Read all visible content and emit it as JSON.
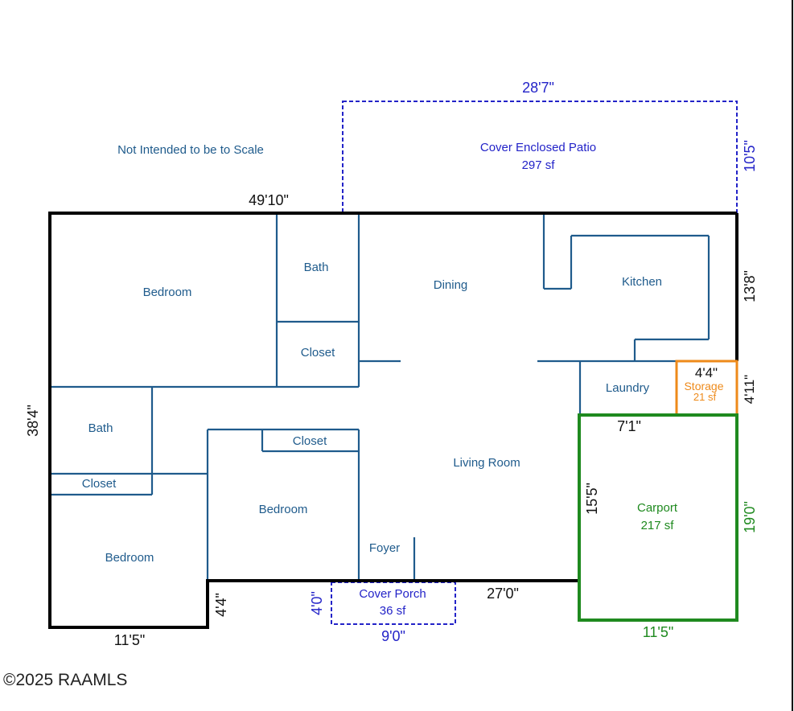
{
  "note": "Not Intended to be to Scale",
  "copyright": "©2025 RAAMLS",
  "rooms": {
    "bedroom_top_left": "Bedroom",
    "bath_top": "Bath",
    "closet_top": "Closet",
    "dining": "Dining",
    "kitchen": "Kitchen",
    "laundry": "Laundry",
    "bath_left": "Bath",
    "closet_left": "Closet",
    "closet_mid": "Closet",
    "bedroom_mid": "Bedroom",
    "bedroom_bottom_left": "Bedroom",
    "living_room": "Living Room",
    "foyer": "Foyer"
  },
  "areas": {
    "patio": {
      "name": "Cover Enclosed Patio",
      "size": "297 sf",
      "width": "28'7\"",
      "depth": "10'5\""
    },
    "storage": {
      "name": "Storage",
      "size": "21 sf",
      "width": "4'4\"",
      "depth": "4'11\""
    },
    "carport": {
      "name": "Carport",
      "size": "217 sf",
      "width": "11'5\"",
      "depth": "19'0\"",
      "inner_width": "7'1\"",
      "inner_depth": "15'5\""
    },
    "porch": {
      "name": "Cover Porch",
      "size": "36 sf",
      "width": "9'0\"",
      "depth": "4'0\""
    }
  },
  "dimensions": {
    "overall_width": "49'10\"",
    "overall_depth": "38'4\"",
    "kitchen_depth": "13'8\"",
    "front_wall": "27'0\"",
    "step_depth": "4'4\"",
    "bottom_left_width": "11'5\""
  },
  "colors": {
    "walls": "#1f5b8c",
    "outline": "#000000",
    "patio": "#2323c8",
    "carport": "#1f8a1f",
    "storage": "#ee8a1a"
  }
}
